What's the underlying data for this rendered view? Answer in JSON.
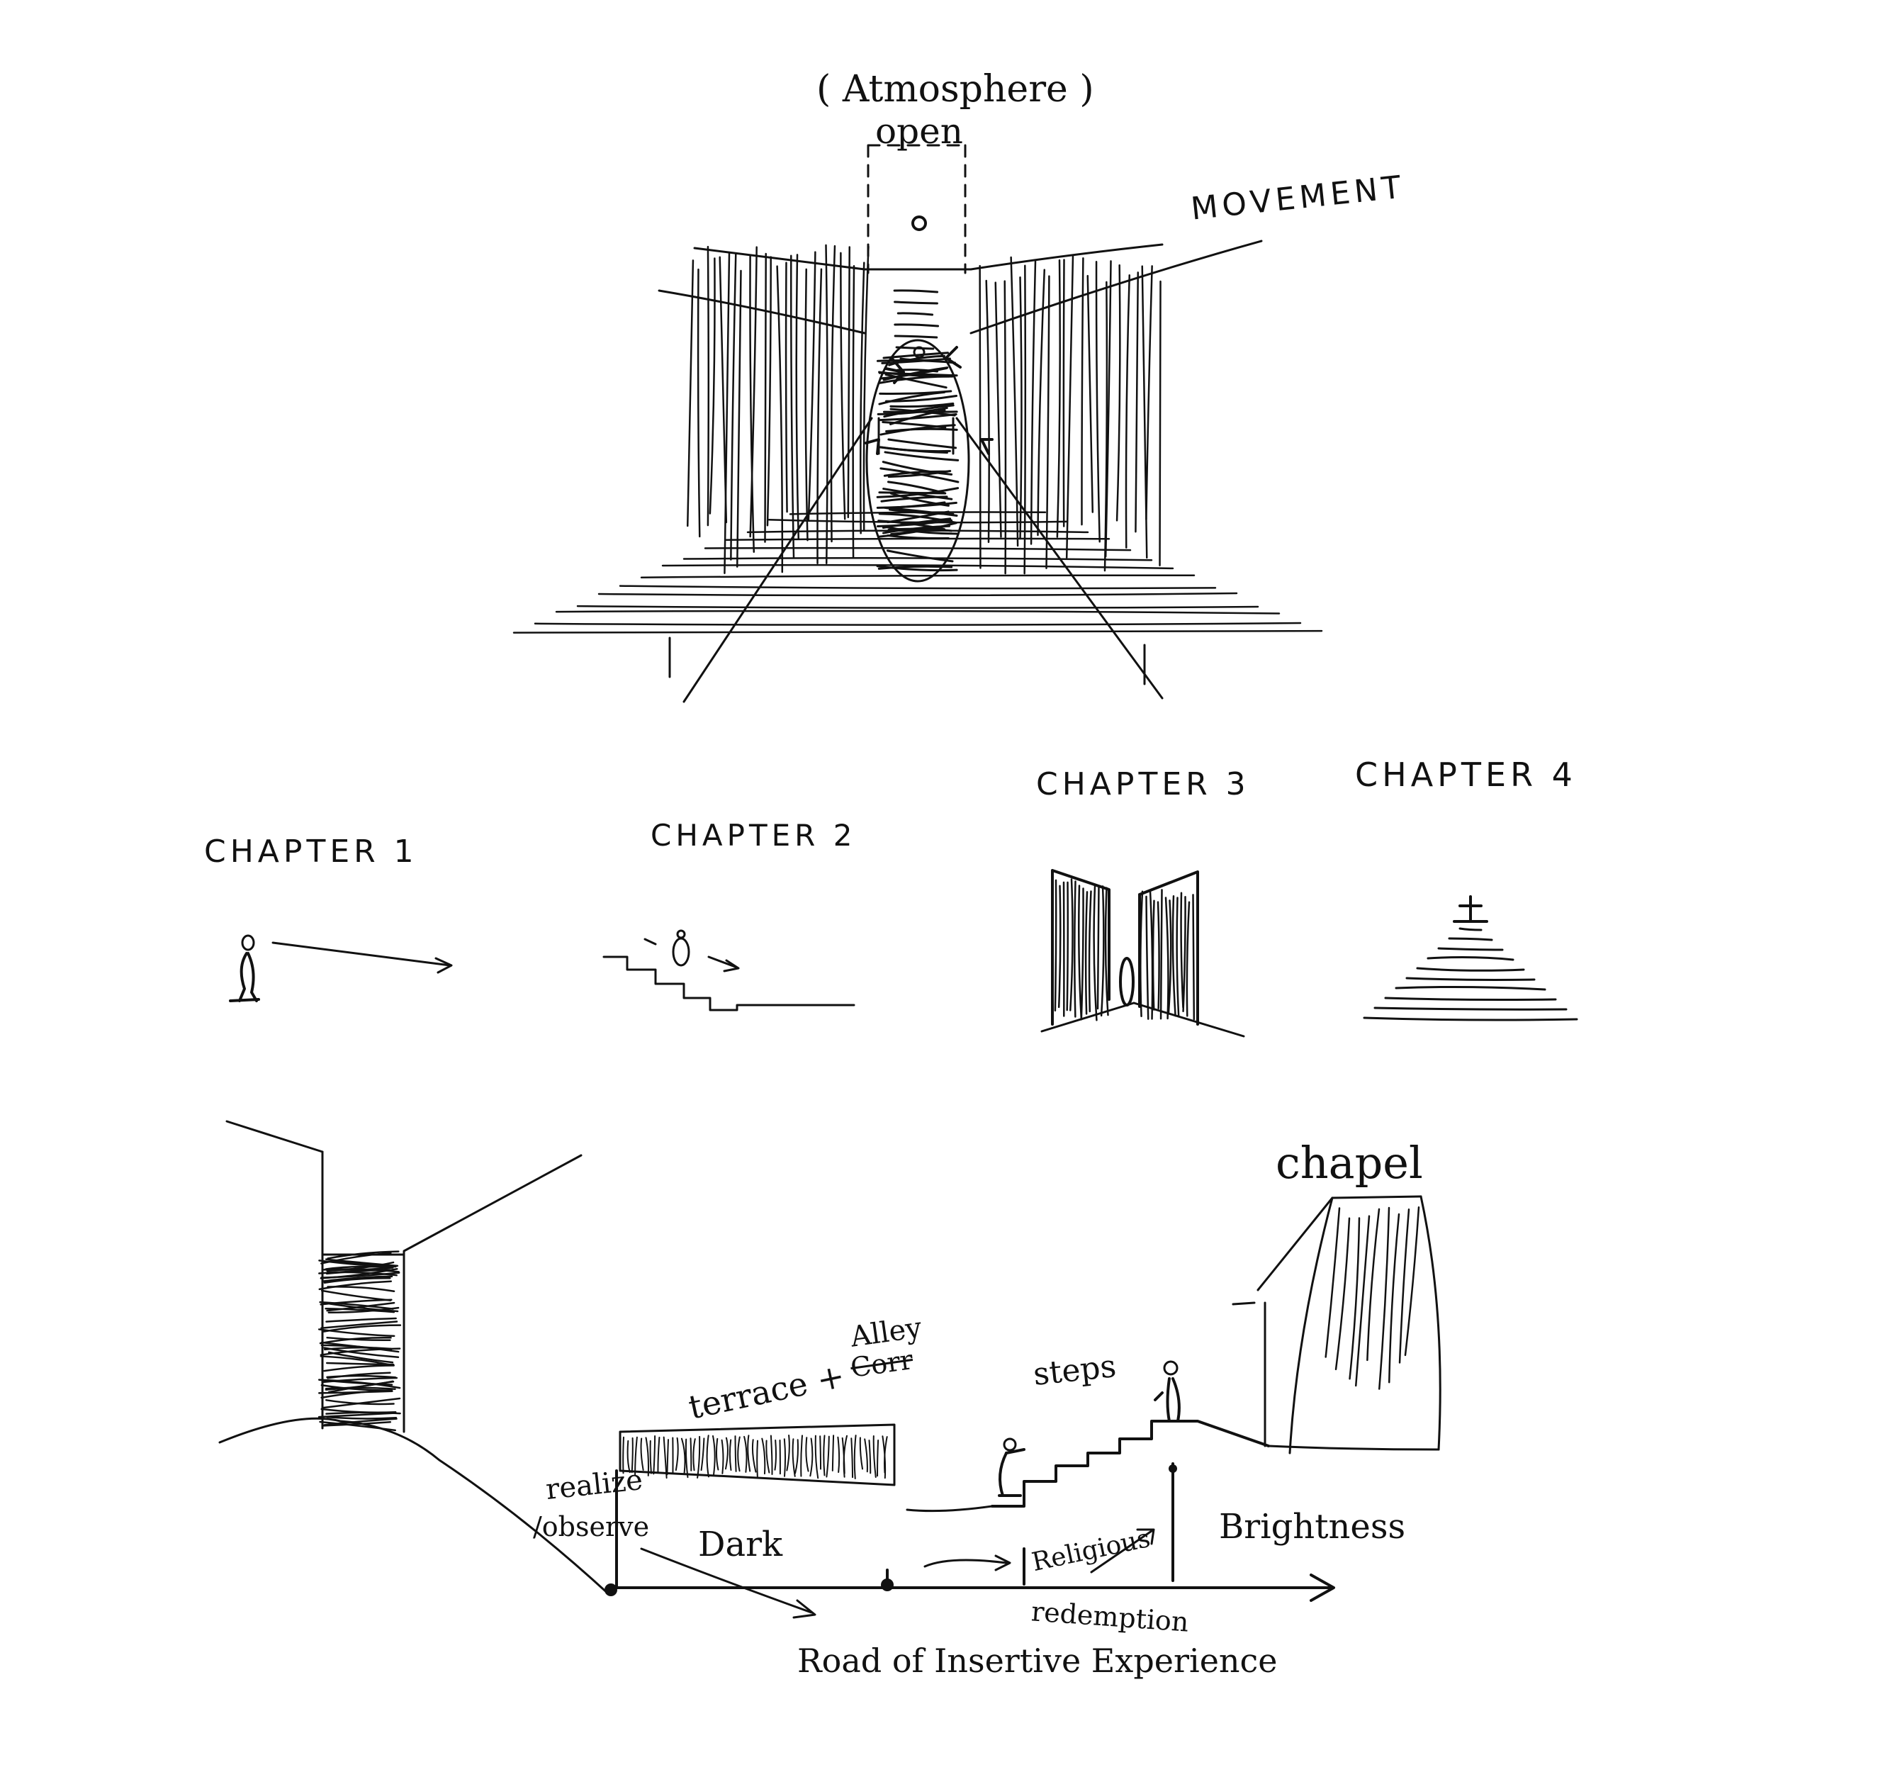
{
  "top_sketch": {
    "atmosphere": "( Atmosphere )",
    "open": "open",
    "movement": "MOVEMENT"
  },
  "chapters": [
    {
      "label": "CHAPTER 1"
    },
    {
      "label": "CHAPTER 2"
    },
    {
      "label": "CHAPTER 3"
    },
    {
      "label": "CHAPTER 4"
    }
  ],
  "section": {
    "chapel": "chapel",
    "alley": "Alley",
    "terrace": "terrace +",
    "struck": "Corr",
    "steps": "steps",
    "realize": "realize",
    "observe": "/observe",
    "dark": "Dark",
    "religious": "Religious",
    "redemption": "redemption",
    "brightness": "Brightness",
    "axis_label": "Road  of  Insertive  Experience"
  }
}
